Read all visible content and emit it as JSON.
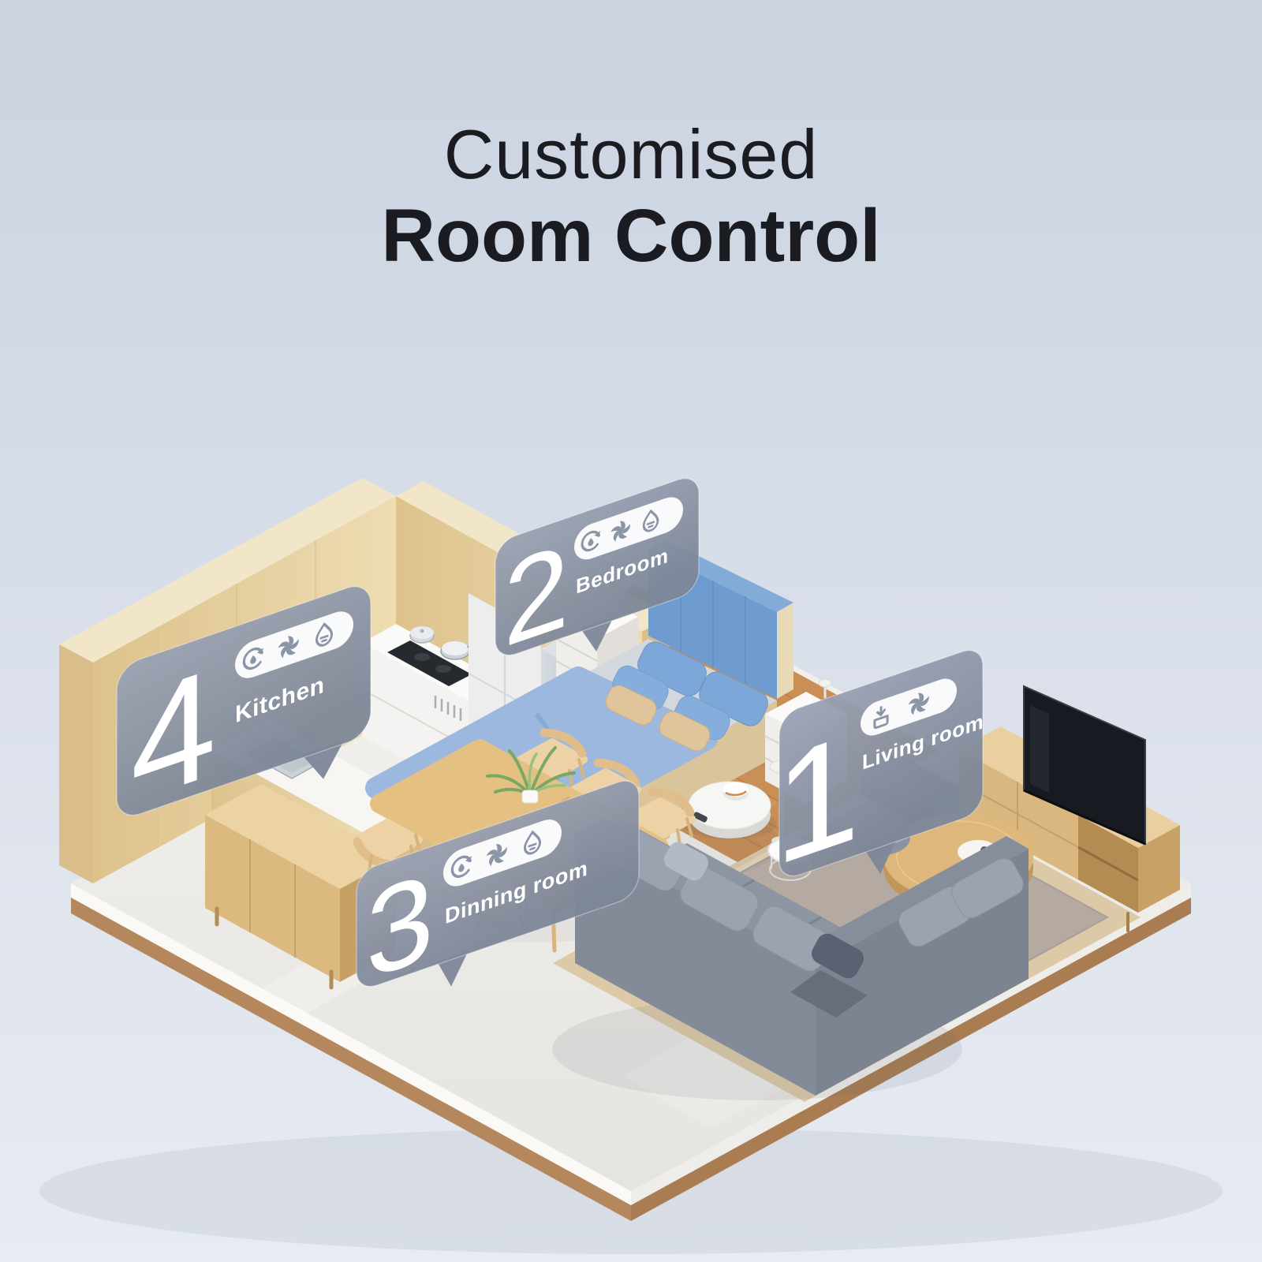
{
  "title": {
    "line1": "Customised",
    "line2": "Room Control"
  },
  "callouts": [
    {
      "id": "living-room",
      "number": "1",
      "label": "Living room",
      "icons": [
        "vacuum-icon",
        "fan-icon"
      ]
    },
    {
      "id": "bedroom",
      "number": "2",
      "label": "Bedroom",
      "icons": [
        "sweep-mop-icon",
        "fan-icon",
        "water-drop-icon"
      ]
    },
    {
      "id": "dinning-room",
      "number": "3",
      "label": "Dinning room",
      "icons": [
        "sweep-mop-icon",
        "fan-icon",
        "water-drop-icon"
      ]
    },
    {
      "id": "kitchen",
      "number": "4",
      "label": "Kitchen",
      "icons": [
        "sweep-mop-icon",
        "fan-icon",
        "water-drop-icon"
      ]
    }
  ],
  "colors": {
    "background_top": "#cbd3e1",
    "background_bottom": "#e7ebf2",
    "title_text": "#1a1c21",
    "callout_fill": "#8b94a8",
    "callout_text": "#ffffff",
    "icon_pill": "#ffffff",
    "icon_glyph": "#8b95a8",
    "wood_wall": "#e8d4a7",
    "wood_floor": "#c98f57",
    "bed_duvet_blue": "#9db8de",
    "headboard_blue": "#6f9cd0",
    "sofa_gray": "#8d95a3",
    "carpet": "#b4aaa1",
    "chair_beige": "#ecd2a4",
    "platform_rim": "#b5875c"
  }
}
